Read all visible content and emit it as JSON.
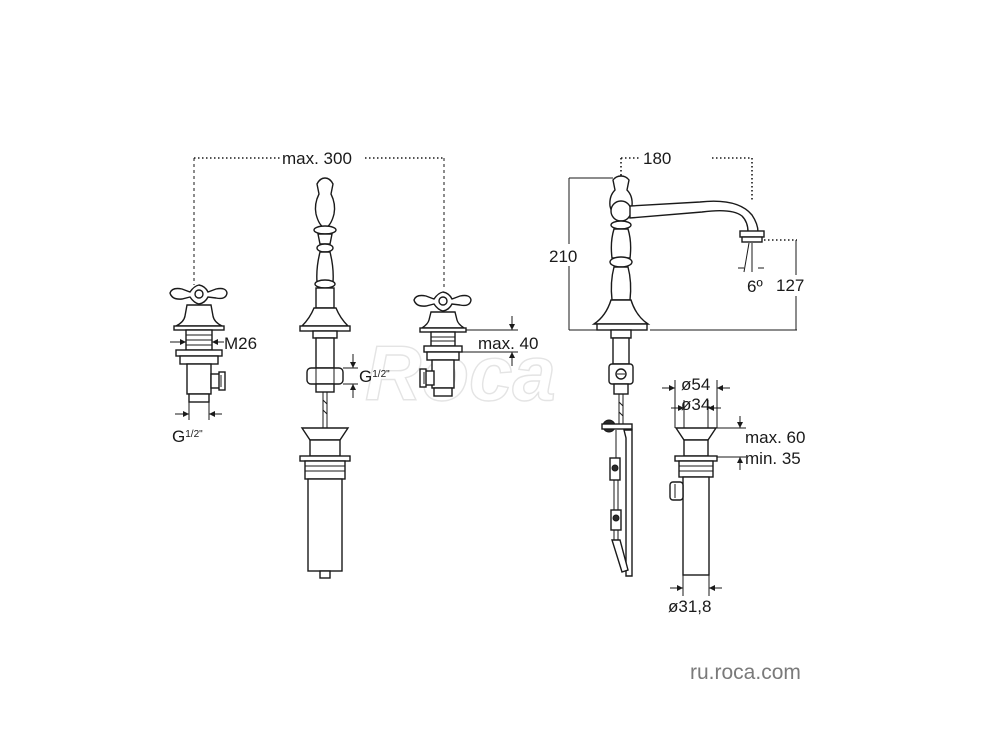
{
  "watermark": "Roca",
  "website": "ru.roca.com",
  "dimensions": {
    "handle_spacing": "max. 300",
    "spout_reach": "180",
    "total_height": "210",
    "spout_height": "127",
    "spout_angle": "6º",
    "thread_m26": "M26",
    "deck_thickness": "max. 40",
    "inlet_thread_left": "G",
    "inlet_thread_center": "G",
    "thread_fraction": "1/2\"",
    "waste_outer_diameter": "ø54",
    "waste_inner_diameter": "ø34",
    "waste_max_height": "max. 60",
    "waste_min_height": "min. 35",
    "waste_pipe_diameter": "ø31,8"
  },
  "colors": {
    "ink": "#1a1a1a",
    "website_text": "#7a7a7a",
    "watermark": "#e4e4e4",
    "background": "#ffffff"
  }
}
